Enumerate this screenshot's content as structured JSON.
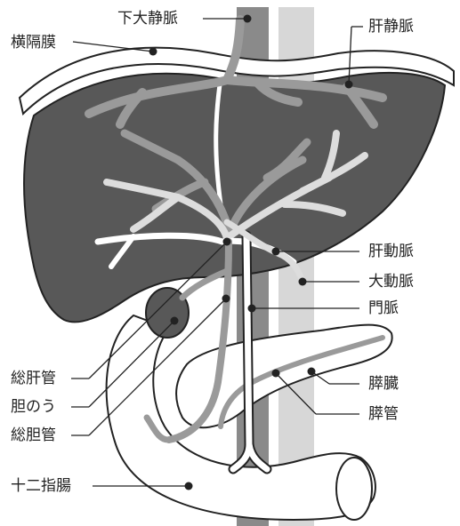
{
  "labels": {
    "ivc": "下大静脈",
    "diaphragm": "横隔膜",
    "hepatic_vein": "肝静脈",
    "hepatic_artery": "肝動脈",
    "aorta": "大動脈",
    "portal_vein": "門脈",
    "pancreas": "膵臓",
    "pancreatic_duct": "膵管",
    "common_hepatic_duct": "総肝管",
    "gallbladder": "胆のう",
    "common_bile_duct": "総胆管",
    "duodenum": "十二指腸"
  },
  "colors": {
    "liver": "#585858",
    "outline": "#222222",
    "vessel_light": "#dddddd",
    "vessel_mid": "#9a9a9a",
    "aorta_band": "#d7d7d7",
    "ivc_band": "#8a8a8a",
    "organ_fill": "#ffffff"
  }
}
